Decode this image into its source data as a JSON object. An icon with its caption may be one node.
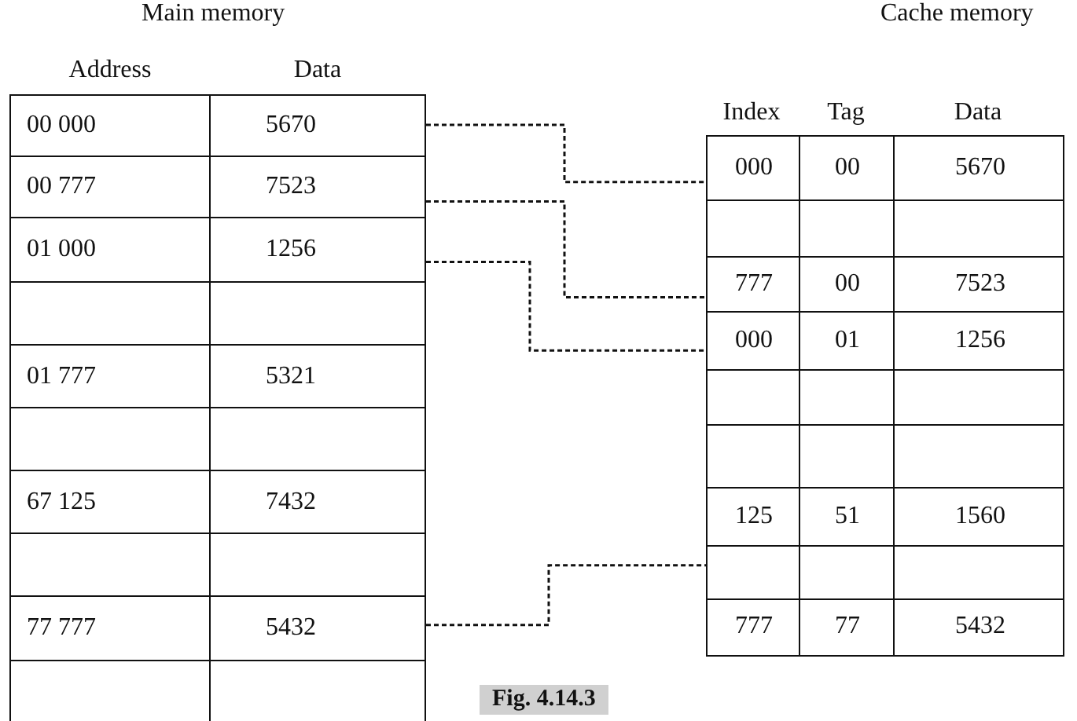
{
  "diagram": {
    "caption": "Fig. 4.14.3",
    "nodes": [
      {
        "text": [
          "Main memory"
        ]
      },
      {
        "text": [
          "00 000",
          "5670"
        ],
        "in": 0
      },
      {
        "text": [
          "00 777",
          "7523"
        ],
        "in": 0
      },
      {
        "text": [
          "01 000",
          "1256"
        ],
        "in": 0
      },
      {
        "text": [],
        "shape": "box",
        "in": 0
      },
      {
        "text": [
          "01 777",
          "5321"
        ],
        "in": 0
      },
      {
        "text": [],
        "shape": "box",
        "in": 0
      },
      {
        "text": [
          "67 125",
          "7432"
        ],
        "in": 0
      },
      {
        "text": [],
        "shape": "box",
        "in": 0
      },
      {
        "text": [
          "77 777",
          "5432"
        ],
        "in": 0
      },
      {
        "text": [],
        "shape": "box",
        "in": 0
      },
      {
        "text": [
          "Cache memory"
        ]
      },
      {
        "text": [
          "000",
          "00",
          "5670"
        ],
        "in": 11
      },
      {
        "text": [],
        "shape": "box",
        "in": 11
      },
      {
        "text": [
          "777",
          "00",
          "7523"
        ],
        "in": 11
      },
      {
        "text": [
          "000",
          "01",
          "1256"
        ],
        "in": 11
      },
      {
        "text": [],
        "shape": "box",
        "in": 11
      },
      {
        "text": [],
        "shape": "box",
        "in": 11
      },
      {
        "text": [
          "125",
          "51",
          "1560"
        ],
        "in": 11
      },
      {
        "text": [],
        "shape": "box",
        "in": 11
      },
      {
        "text": [
          "777",
          "77",
          "5432"
        ],
        "in": 11
      }
    ],
    "edges": [
      {
        "from": 1,
        "to": 12,
        "arrow": "none",
        "style": "dashed"
      },
      {
        "from": 2,
        "to": 14,
        "arrow": "none",
        "style": "dashed"
      },
      {
        "from": 3,
        "to": 15,
        "arrow": "none",
        "style": "dashed"
      },
      {
        "from": 9,
        "to": 19,
        "arrow": "none",
        "style": "dashed"
      }
    ],
    "labels": [
      "Address",
      "Data",
      "Index",
      "Tag",
      "Data"
    ]
  }
}
